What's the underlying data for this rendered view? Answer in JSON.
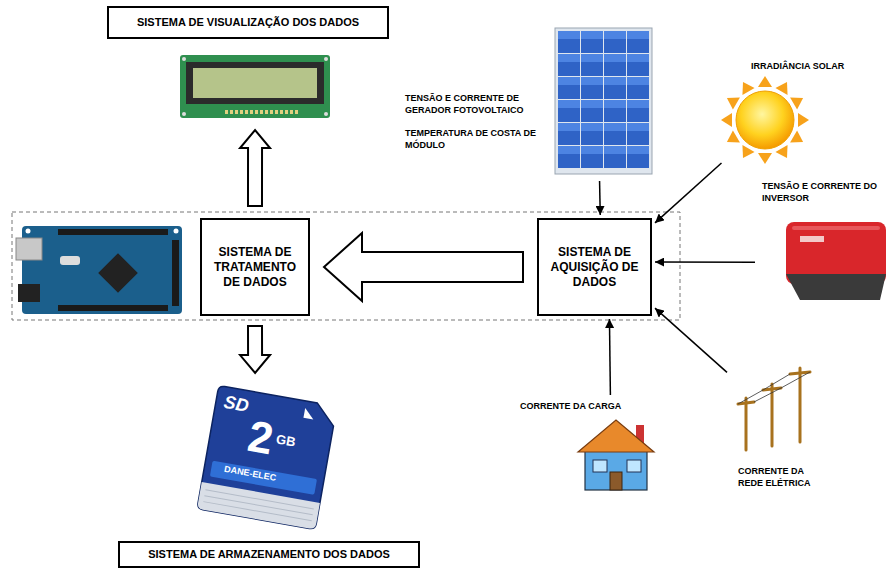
{
  "diagram": {
    "nodes": [
      {
        "text": [
          "SISTEMA DE VISUALIZAÇÃO DOS DADOS"
        ]
      },
      {
        "text": [
          "TENSÃO E CORRENTE DE GERADOR FOTOVOLTAICO",
          "TEMPERATURA DE COSTA DE MÓDULO"
        ]
      },
      {
        "text": [
          "IRRADIÂNCIA SOLAR"
        ]
      },
      {
        "text": [
          "SISTEMA DE TRATAMENTO DE DADOS"
        ]
      },
      {
        "text": [
          "SISTEMA DE AQUISIÇÃO DE DADOS"
        ]
      },
      {
        "text": [
          "TENSÃO E CORRENTE DO INVERSOR"
        ]
      },
      {
        "text": [
          "CORRENTE DA CARGA"
        ]
      },
      {
        "text": [
          "CORRENTE DA REDE ELÉTRICA"
        ]
      },
      {
        "text": [
          "SISTEMA DE ARMAZENAMENTO DOS DADOS"
        ]
      }
    ],
    "edges": [
      {
        "from": 4,
        "to": 3,
        "arrow": "to"
      },
      {
        "from": 3,
        "to": 0,
        "arrow": "to"
      },
      {
        "from": 3,
        "to": 8,
        "arrow": "to"
      },
      {
        "from": 1,
        "to": 4,
        "arrow": "to"
      },
      {
        "from": 2,
        "to": 4,
        "arrow": "to"
      },
      {
        "from": 5,
        "to": 4,
        "arrow": "to"
      },
      {
        "from": 6,
        "to": 4,
        "arrow": "to"
      },
      {
        "from": 7,
        "to": 4,
        "arrow": "to"
      }
    ],
    "labels": [
      "SD",
      "2",
      "GB",
      "DANE-ELEC"
    ]
  }
}
